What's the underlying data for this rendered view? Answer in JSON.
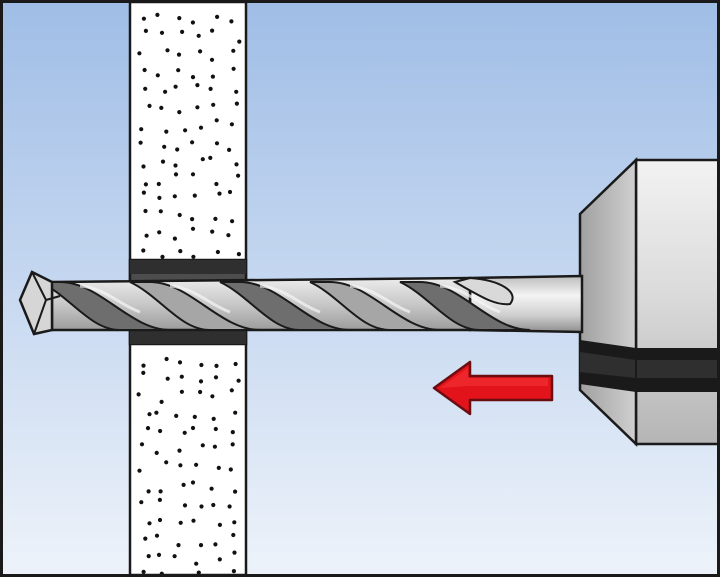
{
  "diagram": {
    "subject": "drilling-hole-through-wall",
    "elements": [
      {
        "name": "wall-panel",
        "description_visible": false
      },
      {
        "name": "drilled-hole"
      },
      {
        "name": "drill-bit"
      },
      {
        "name": "drill-chuck"
      },
      {
        "name": "direction-arrow",
        "direction": "left"
      }
    ],
    "colors": {
      "background_top": "#9fbde6",
      "background_bottom": "#eef3fa",
      "wall_fill": "#ffffff",
      "wall_dots": "#111111",
      "hole_fill": "#4d4d4d",
      "bit_light": "#d9d9d9",
      "bit_mid": "#a6a6a6",
      "bit_dark": "#6e6e6e",
      "chuck_light": "#e6e6e6",
      "chuck_dark": "#9a9a9a",
      "band": "#1a1a1a",
      "arrow": "#e3131b",
      "outline": "#1a1a1a"
    }
  }
}
